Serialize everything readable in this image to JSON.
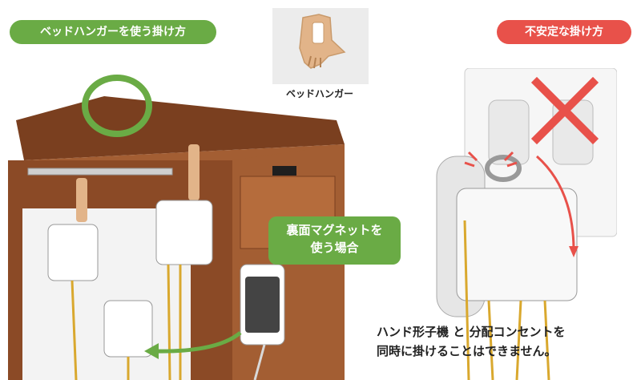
{
  "labels": {
    "correct_method": "ベッドハンガーを使う掛け方",
    "bed_hanger": "ベッドハンガー",
    "incorrect_method": "不安定な掛け方",
    "magnet_line1": "裏面マグネットを",
    "magnet_line2": "使う場合",
    "warning_line1": "ハンド形子機 と 分配コンセントを",
    "warning_line2": "同時に掛けることはできません。"
  },
  "colors": {
    "green": "#6aab45",
    "red": "#e8514a",
    "wood": "#8b4a26",
    "hanger": "#e2b489"
  },
  "icons": {
    "ok_circle": "green-circle-icon",
    "ng_cross": "red-cross-icon"
  }
}
